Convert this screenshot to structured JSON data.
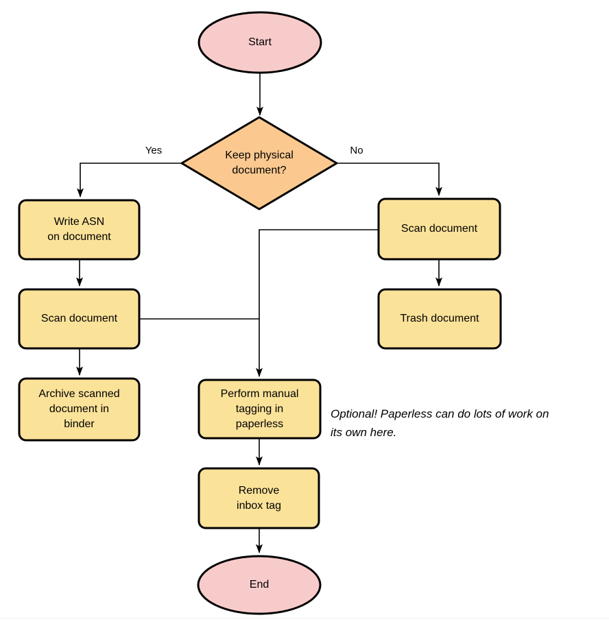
{
  "diagram": {
    "title_semantic": "paperless document intake flowchart",
    "colors": {
      "background": "#ffffff",
      "terminal_fill": "#F8CBCB",
      "decision_fill": "#FBC98F",
      "process_fill": "#FBE299",
      "stroke": "#000000",
      "bottom_rule": "#eef0f2"
    },
    "nodes": {
      "start": {
        "label": "Start",
        "type": "terminal"
      },
      "decision": {
        "label": "Keep physical\ndocument?",
        "type": "decision"
      },
      "write_asn": {
        "label": "Write ASN\non document",
        "type": "process"
      },
      "scan_left": {
        "label": "Scan document",
        "type": "process"
      },
      "archive": {
        "label": "Archive scanned\ndocument in\nbinder",
        "type": "process"
      },
      "scan_right": {
        "label": "Scan document",
        "type": "process"
      },
      "trash": {
        "label": "Trash document",
        "type": "process"
      },
      "tagging": {
        "label": "Perform manual\ntagging in\npaperless",
        "type": "process"
      },
      "remove_inbox": {
        "label": "Remove\ninbox tag",
        "type": "process"
      },
      "end": {
        "label": "End",
        "type": "terminal"
      }
    },
    "edge_labels": {
      "yes": "Yes",
      "no": "No"
    },
    "annotation": {
      "text": "Optional! Paperless can do lots of work on\nits own here."
    }
  }
}
